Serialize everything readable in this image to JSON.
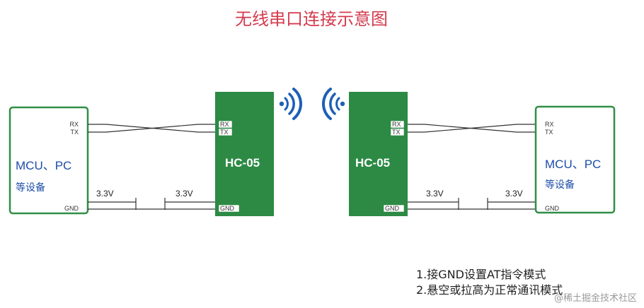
{
  "title": "无线串口连接示意图",
  "colors": {
    "title": "#d43a4e",
    "box_border": "#2f8f46",
    "module": "#2c8a44",
    "device_text": "#1d4ea8",
    "wifi_icon": "#1d5fb8",
    "wire": "#333333"
  },
  "left_device": {
    "line1": "MCU、PC",
    "line2": "等设备",
    "rx": "RX",
    "tx": "TX",
    "gnd": "GND"
  },
  "right_device": {
    "line1": "MCU、PC",
    "line2": "等设备",
    "rx": "RX",
    "tx": "TX",
    "gnd": "GND"
  },
  "left_module": {
    "name": "HC-05",
    "rx": "RX",
    "tx": "TX",
    "gnd": "GND"
  },
  "right_module": {
    "name": "HC-05",
    "rx": "RX",
    "tx": "TX",
    "gnd": "GND"
  },
  "voltage": {
    "label": "3.3V"
  },
  "icons": {
    "left_signal": "wifi-signal-right-icon",
    "right_signal": "wifi-signal-left-icon"
  },
  "notes": {
    "line1": "1.接GND设置AT指令模式",
    "line2": "2.悬空或拉高为正常通讯模式"
  },
  "watermark": "@稀土掘金技术社区"
}
